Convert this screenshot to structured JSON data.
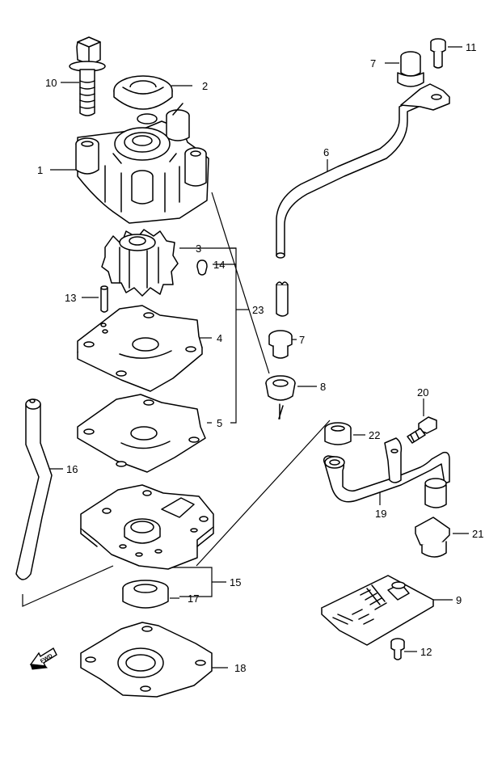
{
  "callouts": [
    {
      "id": "c1",
      "text": "1"
    },
    {
      "id": "c2",
      "text": "2"
    },
    {
      "id": "c3",
      "text": "3"
    },
    {
      "id": "c4",
      "text": "4"
    },
    {
      "id": "c5",
      "text": "5"
    },
    {
      "id": "c6",
      "text": "6"
    },
    {
      "id": "c7a",
      "text": "7"
    },
    {
      "id": "c7b",
      "text": "7"
    },
    {
      "id": "c8",
      "text": "8"
    },
    {
      "id": "c9",
      "text": "9"
    },
    {
      "id": "c10",
      "text": "10"
    },
    {
      "id": "c11",
      "text": "11"
    },
    {
      "id": "c12",
      "text": "12"
    },
    {
      "id": "c13",
      "text": "13"
    },
    {
      "id": "c14",
      "text": "14"
    },
    {
      "id": "c15",
      "text": "15"
    },
    {
      "id": "c16",
      "text": "16"
    },
    {
      "id": "c17",
      "text": "17"
    },
    {
      "id": "c18",
      "text": "18"
    },
    {
      "id": "c19",
      "text": "19"
    },
    {
      "id": "c20",
      "text": "20"
    },
    {
      "id": "c21",
      "text": "21"
    },
    {
      "id": "c22",
      "text": "22"
    },
    {
      "id": "c23",
      "text": "23"
    }
  ],
  "fwd_label": "FWD"
}
